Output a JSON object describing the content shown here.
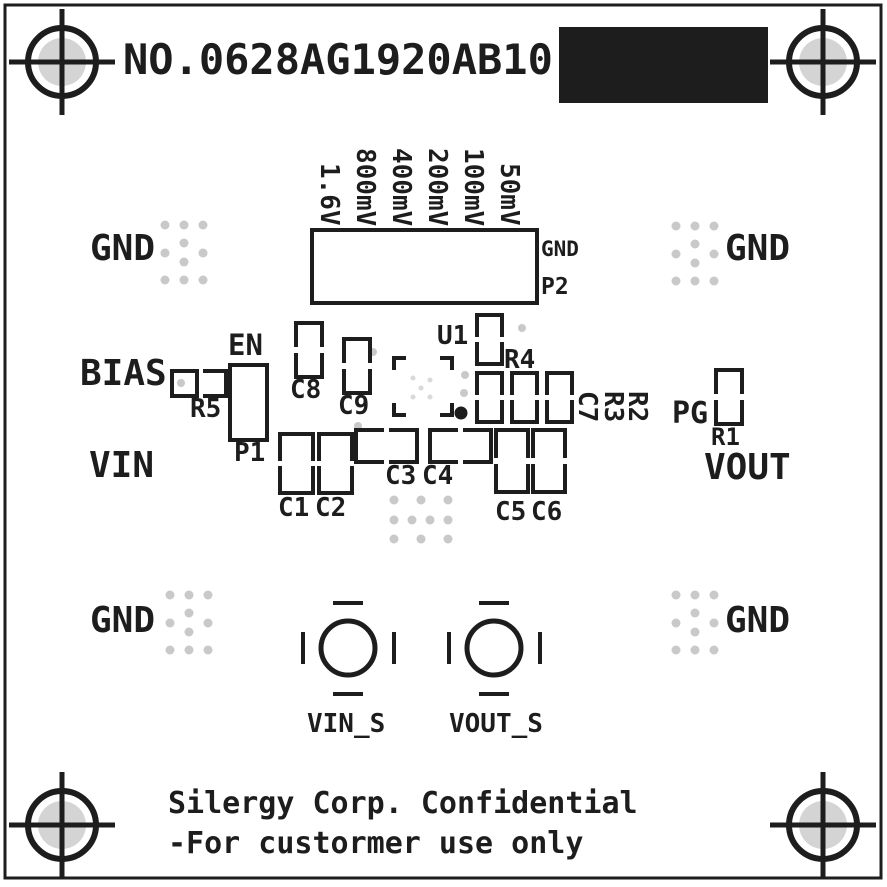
{
  "title": "NO.0628AG1920AB10",
  "connectors": {
    "p2": {
      "ref": "P2",
      "gnd_pin_label": "GND",
      "pin_labels": [
        "1.6V",
        "800mV",
        "400mV",
        "200mV",
        "100mV",
        "50mV"
      ]
    },
    "p1": {
      "ref": "P1",
      "pin_label": "EN"
    }
  },
  "net_labels": {
    "gnd_top_left": "GND",
    "gnd_top_right": "GND",
    "gnd_bottom_left": "GND",
    "gnd_bottom_right": "GND",
    "bias": "BIAS",
    "vin": "VIN",
    "vout": "VOUT",
    "pg": "PG"
  },
  "components": {
    "u1": "U1",
    "r1": "R1",
    "r2": "R2",
    "r3": "R3",
    "r4": "R4",
    "r5": "R5",
    "c1": "C1",
    "c2": "C2",
    "c3": "C3",
    "c4": "C4",
    "c5": "C5",
    "c6": "C6",
    "c7": "C7",
    "c8": "C8",
    "c9": "C9"
  },
  "test_points": {
    "vin_sense": "VIN_S",
    "vout_sense": "VOUT_S"
  },
  "footer": {
    "line1": "Silergy Corp. Confidential",
    "line2": "-For custormer use only"
  },
  "colors": {
    "silkscreen": "#1d1d1d",
    "via": "#c9c9c9",
    "fiducial_fill": "#d4d4d4",
    "background": "#ffffff"
  }
}
